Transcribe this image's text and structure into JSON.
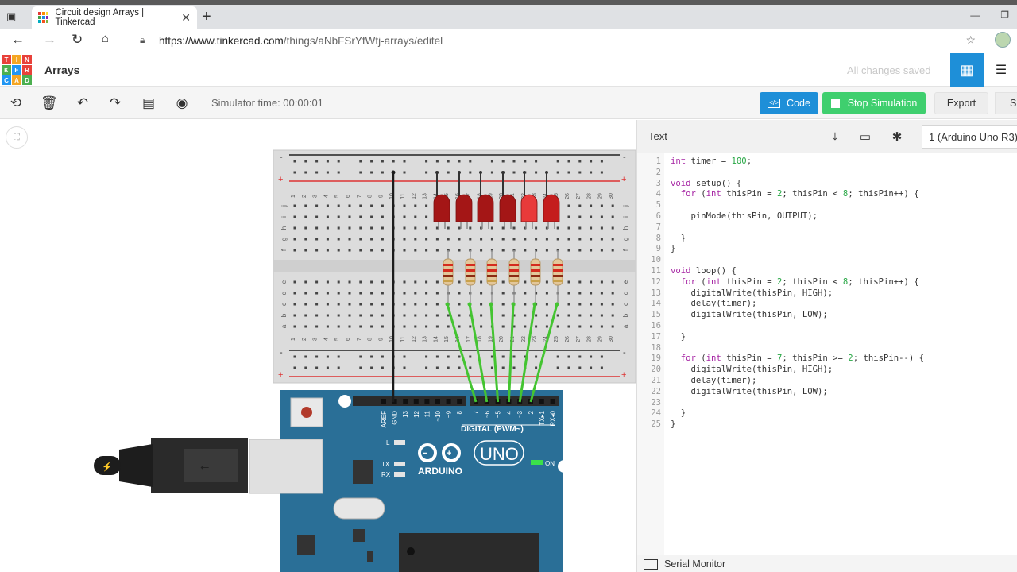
{
  "browser": {
    "tab_title": "Circuit design Arrays | Tinkercad",
    "url_host": "https://www.tinkercad.com",
    "url_path": "/things/aNbFSrYfWtj-arrays/editel"
  },
  "header": {
    "logo_letters": [
      "TIN",
      "KER",
      "CAD"
    ],
    "project_title": "Arrays",
    "save_status": "All changes saved"
  },
  "toolbar": {
    "sim_time": "Simulator time: 00:00:01",
    "code_label": "Code",
    "stop_label": "Stop Simulation",
    "export_label": "Export",
    "share_label": "Sh"
  },
  "breadboard": {
    "row_labels_top": [
      "j",
      "i",
      "h",
      "g",
      "f"
    ],
    "row_labels_bottom": [
      "e",
      "d",
      "c",
      "b",
      "a"
    ],
    "columns": [
      "1",
      "2",
      "3",
      "4",
      "5",
      "6",
      "7",
      "8",
      "9",
      "10",
      "11",
      "12",
      "13",
      "14",
      "15",
      "16",
      "17",
      "18",
      "19",
      "20",
      "21",
      "22",
      "23",
      "24",
      "25",
      "26",
      "27",
      "28",
      "29",
      "30"
    ]
  },
  "arduino": {
    "pin_labels": [
      "AREF",
      "GND",
      "13",
      "12",
      "~11",
      "~10",
      "~9",
      "8",
      "7",
      "~6",
      "~5",
      "4",
      "~3",
      "2",
      "TX▸1",
      "RX◂0"
    ],
    "digital_label": "DIGITAL (PWM~)",
    "brand": "ARDUINO",
    "model": "UNO",
    "led_l": "L",
    "led_tx": "TX",
    "led_rx": "RX",
    "led_on": "ON"
  },
  "code_panel": {
    "mode": "Text",
    "board_select": "1 (Arduino Uno R3)",
    "lines": [
      "int timer = 100;",
      "",
      "void setup() {",
      "  for (int thisPin = 2; thisPin < 8; thisPin++) {",
      "",
      "    pinMode(thisPin, OUTPUT);",
      "",
      "  }",
      "}",
      "",
      "void loop() {",
      "  for (int thisPin = 2; thisPin < 8; thisPin++) {",
      "    digitalWrite(thisPin, HIGH);",
      "    delay(timer);",
      "    digitalWrite(thisPin, LOW);",
      "",
      "  }",
      "",
      "  for (int thisPin = 7; thisPin >= 2; thisPin--) {",
      "    digitalWrite(thisPin, HIGH);",
      "    delay(timer);",
      "    digitalWrite(thisPin, LOW);",
      "",
      "  }",
      "}"
    ],
    "serial_monitor": "Serial Monitor"
  },
  "colors": {
    "accent_blue": "#1e8fd8",
    "sim_green": "#3fcf6e",
    "arduino_board": "#2a6f97",
    "wire_green": "#44c431",
    "led_red": "#c41d1d"
  }
}
